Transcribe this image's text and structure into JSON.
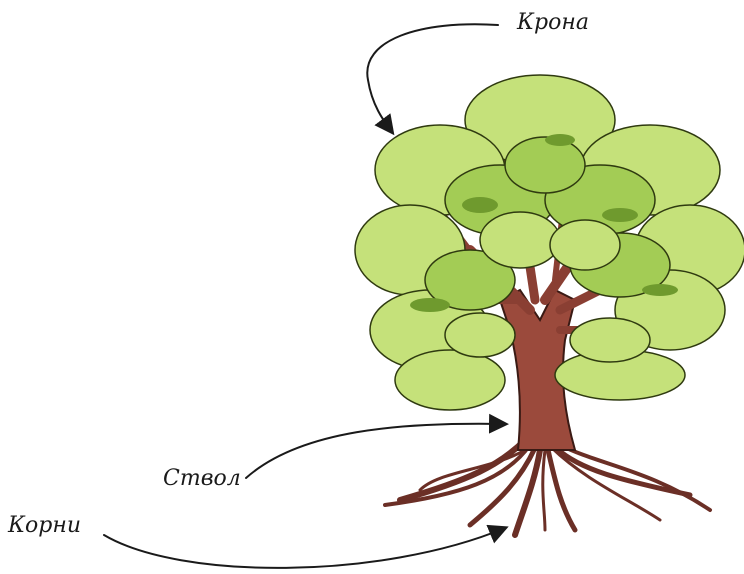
{
  "labels": {
    "crown": "Крона",
    "trunk": "Ствол",
    "roots": "Корни"
  },
  "colors": {
    "foliage_light": "#c5e17a",
    "foliage_mid": "#a3cc55",
    "foliage_dark": "#6f9a2e",
    "trunk": "#9b4a3c",
    "trunk_dark": "#6b2f26",
    "outline": "#1a1a1a"
  }
}
